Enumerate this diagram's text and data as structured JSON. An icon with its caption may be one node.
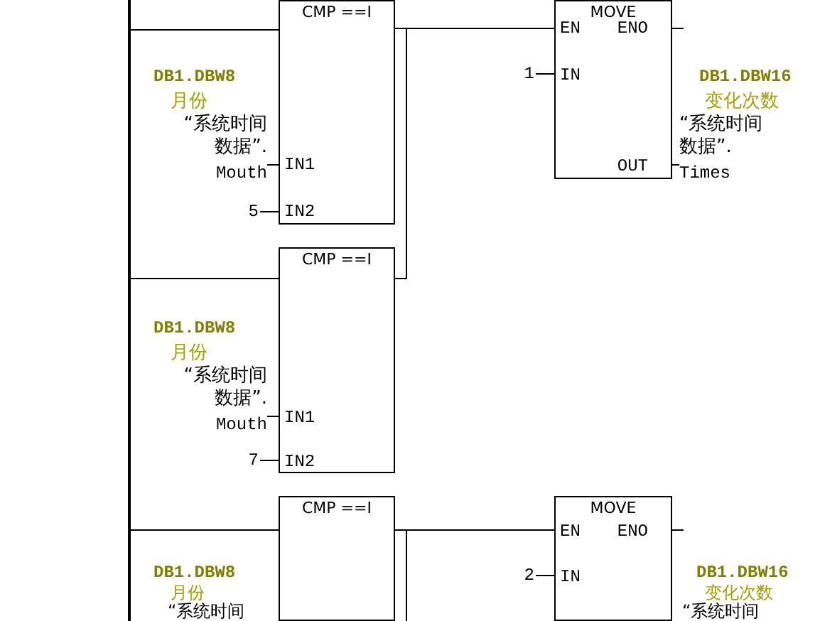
{
  "diagram": {
    "nodes": [
      {
        "text": [],
        "shape": "bar"
      },
      {
        "text": [
          "CMP ==I",
          "IN1",
          "IN2"
        ]
      },
      {
        "text": [
          "MOVE",
          "EN",
          "ENO",
          "IN",
          "OUT"
        ]
      },
      {
        "text": [
          "1"
        ]
      },
      {
        "text": [
          "DB1.DBW8",
          "月份",
          "“系统时间数据”.",
          "Mouth"
        ]
      },
      {
        "text": [
          "DB1.DBW16",
          "变化次数",
          "“系统时间数据”.",
          "Times"
        ]
      },
      {
        "text": [
          "5"
        ]
      },
      {
        "text": [
          "CMP ==I",
          "IN1",
          "IN2"
        ]
      },
      {
        "text": [
          "DB1.DBW8",
          "月份",
          "“系统时间数据”.",
          "Mouth"
        ]
      },
      {
        "text": [
          "7"
        ]
      },
      {
        "text": [
          "CMP ==I"
        ]
      },
      {
        "text": [
          "MOVE",
          "EN",
          "ENO",
          "IN"
        ]
      },
      {
        "text": [
          "2"
        ]
      }
    ],
    "edges": [
      {
        "from": 0,
        "to": 1,
        "arrow": "none"
      },
      {
        "from": 1,
        "to": 2,
        "arrow": "none"
      },
      {
        "from": 3,
        "to": 2,
        "arrow": "none"
      },
      {
        "from": 4,
        "to": 1,
        "arrow": "none"
      },
      {
        "from": 2,
        "to": 5,
        "arrow": "none"
      },
      {
        "from": 6,
        "to": 1,
        "arrow": "none"
      },
      {
        "from": 0,
        "to": 7,
        "arrow": "none"
      },
      {
        "from": 7,
        "to": 2,
        "arrow": "none"
      },
      {
        "from": 8,
        "to": 7,
        "arrow": "none"
      },
      {
        "from": 9,
        "to": 7,
        "arrow": "none"
      },
      {
        "from": 0,
        "to": 10,
        "arrow": "none"
      },
      {
        "from": 10,
        "to": 11,
        "arrow": "none"
      },
      {
        "from": 12,
        "to": 11,
        "arrow": "none"
      },
      {
        "from": 2,
        "to": null,
        "arrow": "none"
      },
      {
        "from": 11,
        "to": null,
        "arrow": "none"
      }
    ],
    "labels": [
      "DB1.DBW8",
      "月份",
      "“系统时间",
      "DB1.DBW16",
      "变化次数",
      "“系统时间"
    ]
  }
}
